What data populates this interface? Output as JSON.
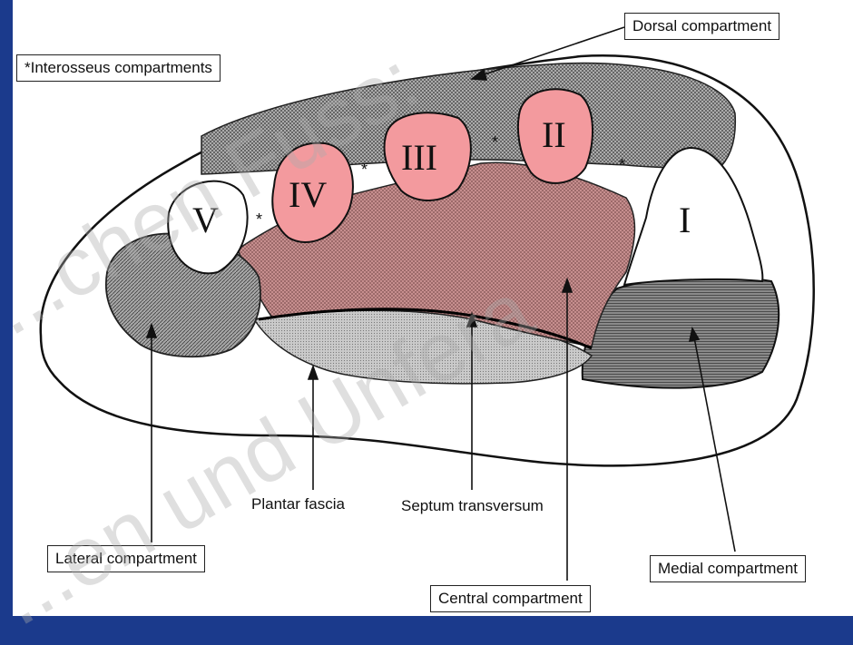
{
  "labels": {
    "dorsal": "Dorsal compartment",
    "interosseus": "*Interosseus compartments",
    "plantar_fascia": "Plantar fascia",
    "septum": "Septum transversum",
    "lateral": "Lateral compartment",
    "medial": "Medial compartment",
    "central": "Central compartment"
  },
  "metatarsals": [
    "I",
    "II",
    "III",
    "IV",
    "V"
  ],
  "interosseus_marker": "*",
  "watermark": {
    "line1": "...chen Fuss:",
    "line2": "...en und Unfera"
  },
  "colors": {
    "background": "#1b3a8c",
    "metatarsal_pink": "#f39a9e",
    "central_fill": "#c98d8d",
    "lateral_fill": "#9a9a9a",
    "medial_fill": "#7d7d7d",
    "plantar_fill": "#c4c4c4",
    "dorsal_fill": "#b4b4b4"
  }
}
